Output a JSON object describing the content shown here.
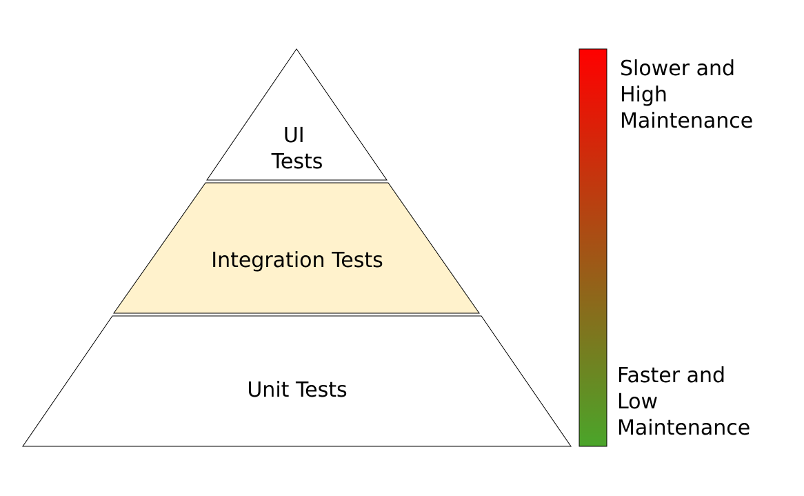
{
  "pyramid": {
    "tiers": [
      {
        "id": "ui",
        "lines": [
          "UI",
          "Tests"
        ],
        "fill": "#ffffff"
      },
      {
        "id": "integration",
        "lines": [
          "Integration Tests"
        ],
        "fill": "#fff2cc"
      },
      {
        "id": "unit",
        "lines": [
          "Unit Tests"
        ],
        "fill": "#ffffff"
      }
    ]
  },
  "scale": {
    "top_color": "#ff0000",
    "bottom_color": "#4aa52a",
    "top_label": [
      "Slower and",
      "High",
      "Maintenance"
    ],
    "bottom_label": [
      "Faster and",
      "Low",
      "Maintenance"
    ]
  }
}
